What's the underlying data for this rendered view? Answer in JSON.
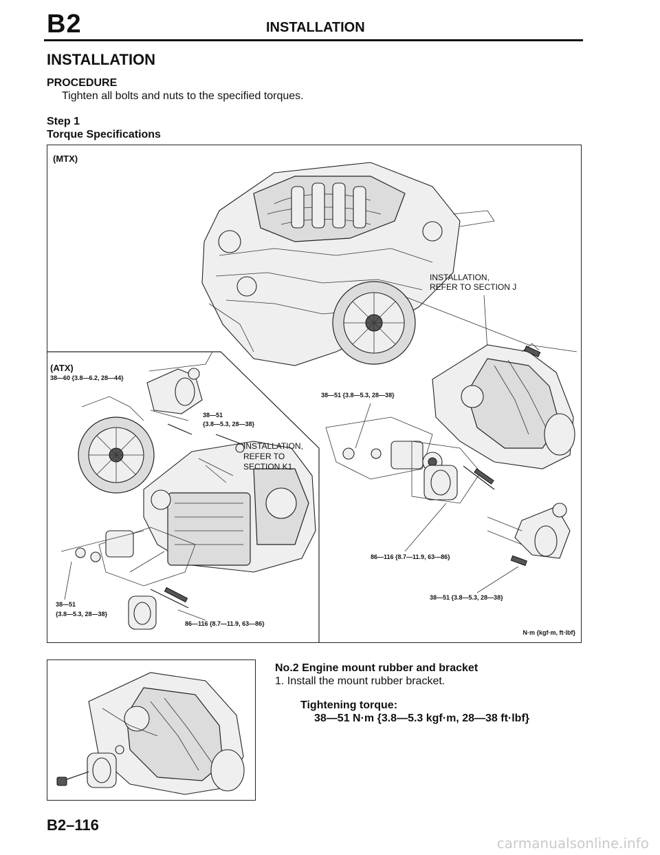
{
  "header": {
    "section_code": "B2",
    "title": "INSTALLATION"
  },
  "page_heading": "INSTALLATION",
  "procedure": {
    "label": "PROCEDURE",
    "text": "Tighten all bolts and nuts to the specified torques."
  },
  "step": {
    "label": "Step 1",
    "sublabel": "Torque Specifications"
  },
  "figure_main": {
    "mtx_tag": "(MTX)",
    "atx_tag": "(ATX)",
    "atx_torque_top": "38—60 {3.8—6.2, 28—44}",
    "atx_torque_starter_1": "38—51",
    "atx_torque_starter_2": "{3.8—5.3, 28—38}",
    "atx_note_1": "INSTALLATION,",
    "atx_note_2": "REFER TO",
    "atx_note_3": "SECTION K1",
    "atx_torque_left_1": "38—51",
    "atx_torque_left_2": "{3.8—5.3, 28—38}",
    "atx_torque_bottom": "86—116 {8.7—11.9, 63—86}",
    "mtx_note_1": "INSTALLATION,",
    "mtx_note_2": "REFER TO SECTION J",
    "mtx_torque_mount": "38—51 {3.8—5.3, 28—38}",
    "mtx_torque_bolt": "86—116 {8.7—11.9, 63—86}",
    "mtx_torque_starter": "38—51 {3.8—5.3, 28—38}",
    "units": "N·m {kgf·m, ft·lbf}"
  },
  "mount_section": {
    "title": "No.2 Engine mount rubber and bracket",
    "instruction": "1.  Install the mount rubber bracket.",
    "torque_label": "Tightening torque:",
    "torque_value": "38—51 N·m {3.8—5.3 kgf·m, 28—38 ft·lbf}"
  },
  "footer": {
    "page_number": "B2–116",
    "watermark": "carmanualsonline.info"
  }
}
